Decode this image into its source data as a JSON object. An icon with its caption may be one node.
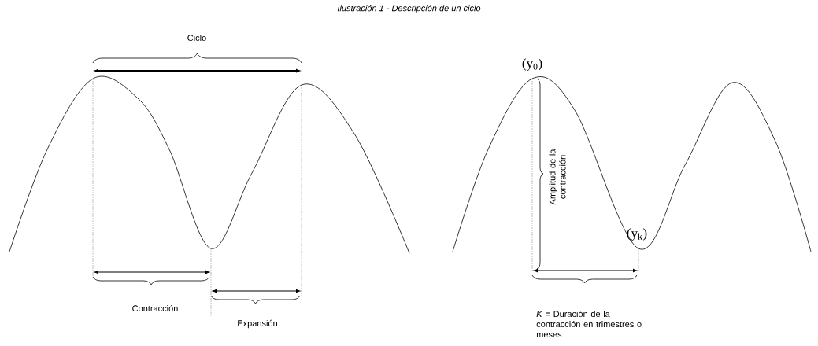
{
  "diagram": {
    "title": "Ilustración 1 - Descripción de un ciclo",
    "labels": [
      "Ciclo",
      "(y$_{0}$)",
      "Amplitud de la contracción",
      "(y$_{k}$)",
      "Contracción",
      "Expansión",
      "*K* = Duración de la contracción en trimestres o meses"
    ]
  }
}
